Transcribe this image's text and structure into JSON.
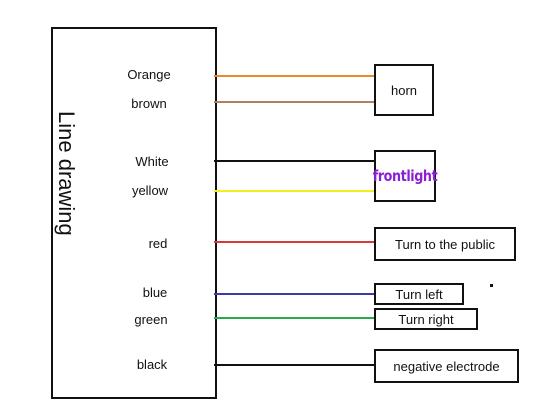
{
  "diagram": {
    "title": "Line drawing",
    "wires": [
      {
        "label": "Orange",
        "color": "#e8892a"
      },
      {
        "label": "brown",
        "color": "#b08060"
      },
      {
        "label": "White",
        "color": "#111111"
      },
      {
        "label": "yellow",
        "color": "#f3ef1f"
      },
      {
        "label": "red",
        "color": "#d63b3b"
      },
      {
        "label": "blue",
        "color": "#3c3ca8"
      },
      {
        "label": "green",
        "color": "#2ea84a"
      },
      {
        "label": "black",
        "color": "#111111"
      }
    ],
    "targets": {
      "horn": "horn",
      "frontlight": "frontlight",
      "turn_public": "Turn to the public",
      "turn_left": "Turn left",
      "turn_right": "Turn right",
      "negative": "negative electrode"
    },
    "frontlight_color": "#8a1fd6"
  }
}
